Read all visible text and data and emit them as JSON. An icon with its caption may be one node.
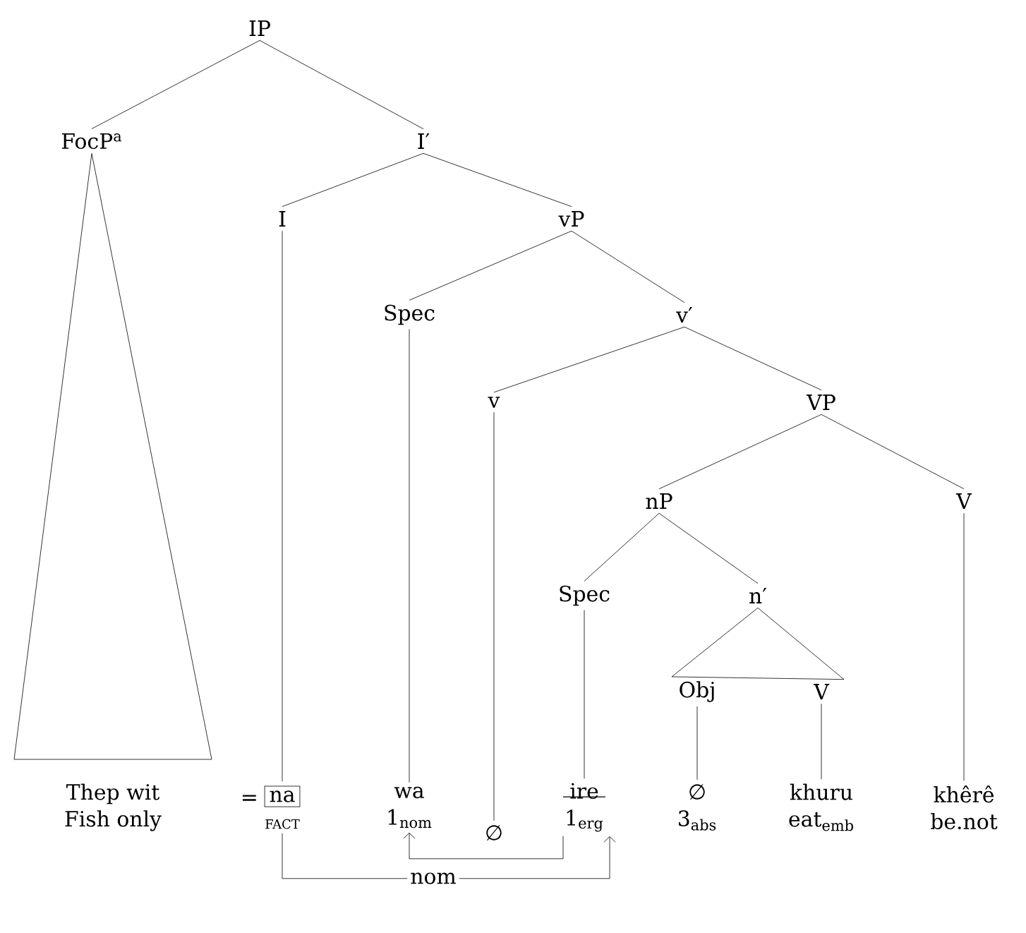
{
  "diagram": {
    "nodes": [
      {
        "text": [
          "IP"
        ]
      },
      {
        "text": [
          "FocP$^{a}$"
        ]
      },
      {
        "text": [
          "I′"
        ]
      },
      {
        "text": [
          "I"
        ]
      },
      {
        "text": [
          "vP"
        ]
      },
      {
        "text": [
          "Spec"
        ]
      },
      {
        "text": [
          "v′"
        ]
      },
      {
        "text": [
          "v"
        ]
      },
      {
        "text": [
          "VP"
        ]
      },
      {
        "text": [
          "nP"
        ]
      },
      {
        "text": [
          "V"
        ]
      },
      {
        "text": [
          "Spec"
        ]
      },
      {
        "text": [
          "n′"
        ]
      },
      {
        "text": [
          "Obj"
        ]
      },
      {
        "text": [
          "V"
        ]
      },
      {
        "text": [
          "Thep wit",
          "Fish only"
        ]
      },
      {
        "text": [
          "na",
          "FACT"
        ],
        "beside": [
          "="
        ]
      },
      {
        "text": [
          "wa",
          "1$_{nom}$"
        ]
      },
      {
        "text": [
          "∅"
        ]
      },
      {
        "text": [
          "ire",
          "1$_{erg}$"
        ]
      },
      {
        "text": [
          "∅",
          "3$_{abs}$"
        ]
      },
      {
        "text": [
          "khuru",
          "eat$_{emb}$"
        ]
      },
      {
        "text": [
          "khêrê",
          "be.not"
        ]
      }
    ],
    "edges": [
      {
        "from": 0,
        "to": 1,
        "arrow": "none"
      },
      {
        "from": 0,
        "to": 2,
        "arrow": "none"
      },
      {
        "from": 2,
        "to": 3,
        "arrow": "none"
      },
      {
        "from": 2,
        "to": 4,
        "arrow": "none"
      },
      {
        "from": 4,
        "to": 5,
        "arrow": "none"
      },
      {
        "from": 4,
        "to": 6,
        "arrow": "none"
      },
      {
        "from": 6,
        "to": 7,
        "arrow": "none"
      },
      {
        "from": 6,
        "to": 8,
        "arrow": "none"
      },
      {
        "from": 8,
        "to": 9,
        "arrow": "none"
      },
      {
        "from": 8,
        "to": 10,
        "arrow": "none"
      },
      {
        "from": 9,
        "to": 11,
        "arrow": "none"
      },
      {
        "from": 9,
        "to": 12,
        "arrow": "none"
      },
      {
        "from": 12,
        "to": 13,
        "arrow": "none"
      },
      {
        "from": 12,
        "to": 14,
        "arrow": "none"
      },
      {
        "from": 1,
        "to": 15,
        "arrow": "none"
      },
      {
        "from": 3,
        "to": 16,
        "arrow": "none"
      },
      {
        "from": 5,
        "to": 17,
        "arrow": "none"
      },
      {
        "from": 7,
        "to": 18,
        "arrow": "none"
      },
      {
        "from": 11,
        "to": 19,
        "arrow": "none"
      },
      {
        "from": 13,
        "to": 20,
        "arrow": "none"
      },
      {
        "from": 14,
        "to": 21,
        "arrow": "none"
      },
      {
        "from": 10,
        "to": 22,
        "arrow": "none"
      },
      {
        "from": 16,
        "to": 19,
        "arrow": "to",
        "label": "nom"
      },
      {
        "from": 19,
        "to": 17,
        "arrow": "to"
      }
    ]
  }
}
